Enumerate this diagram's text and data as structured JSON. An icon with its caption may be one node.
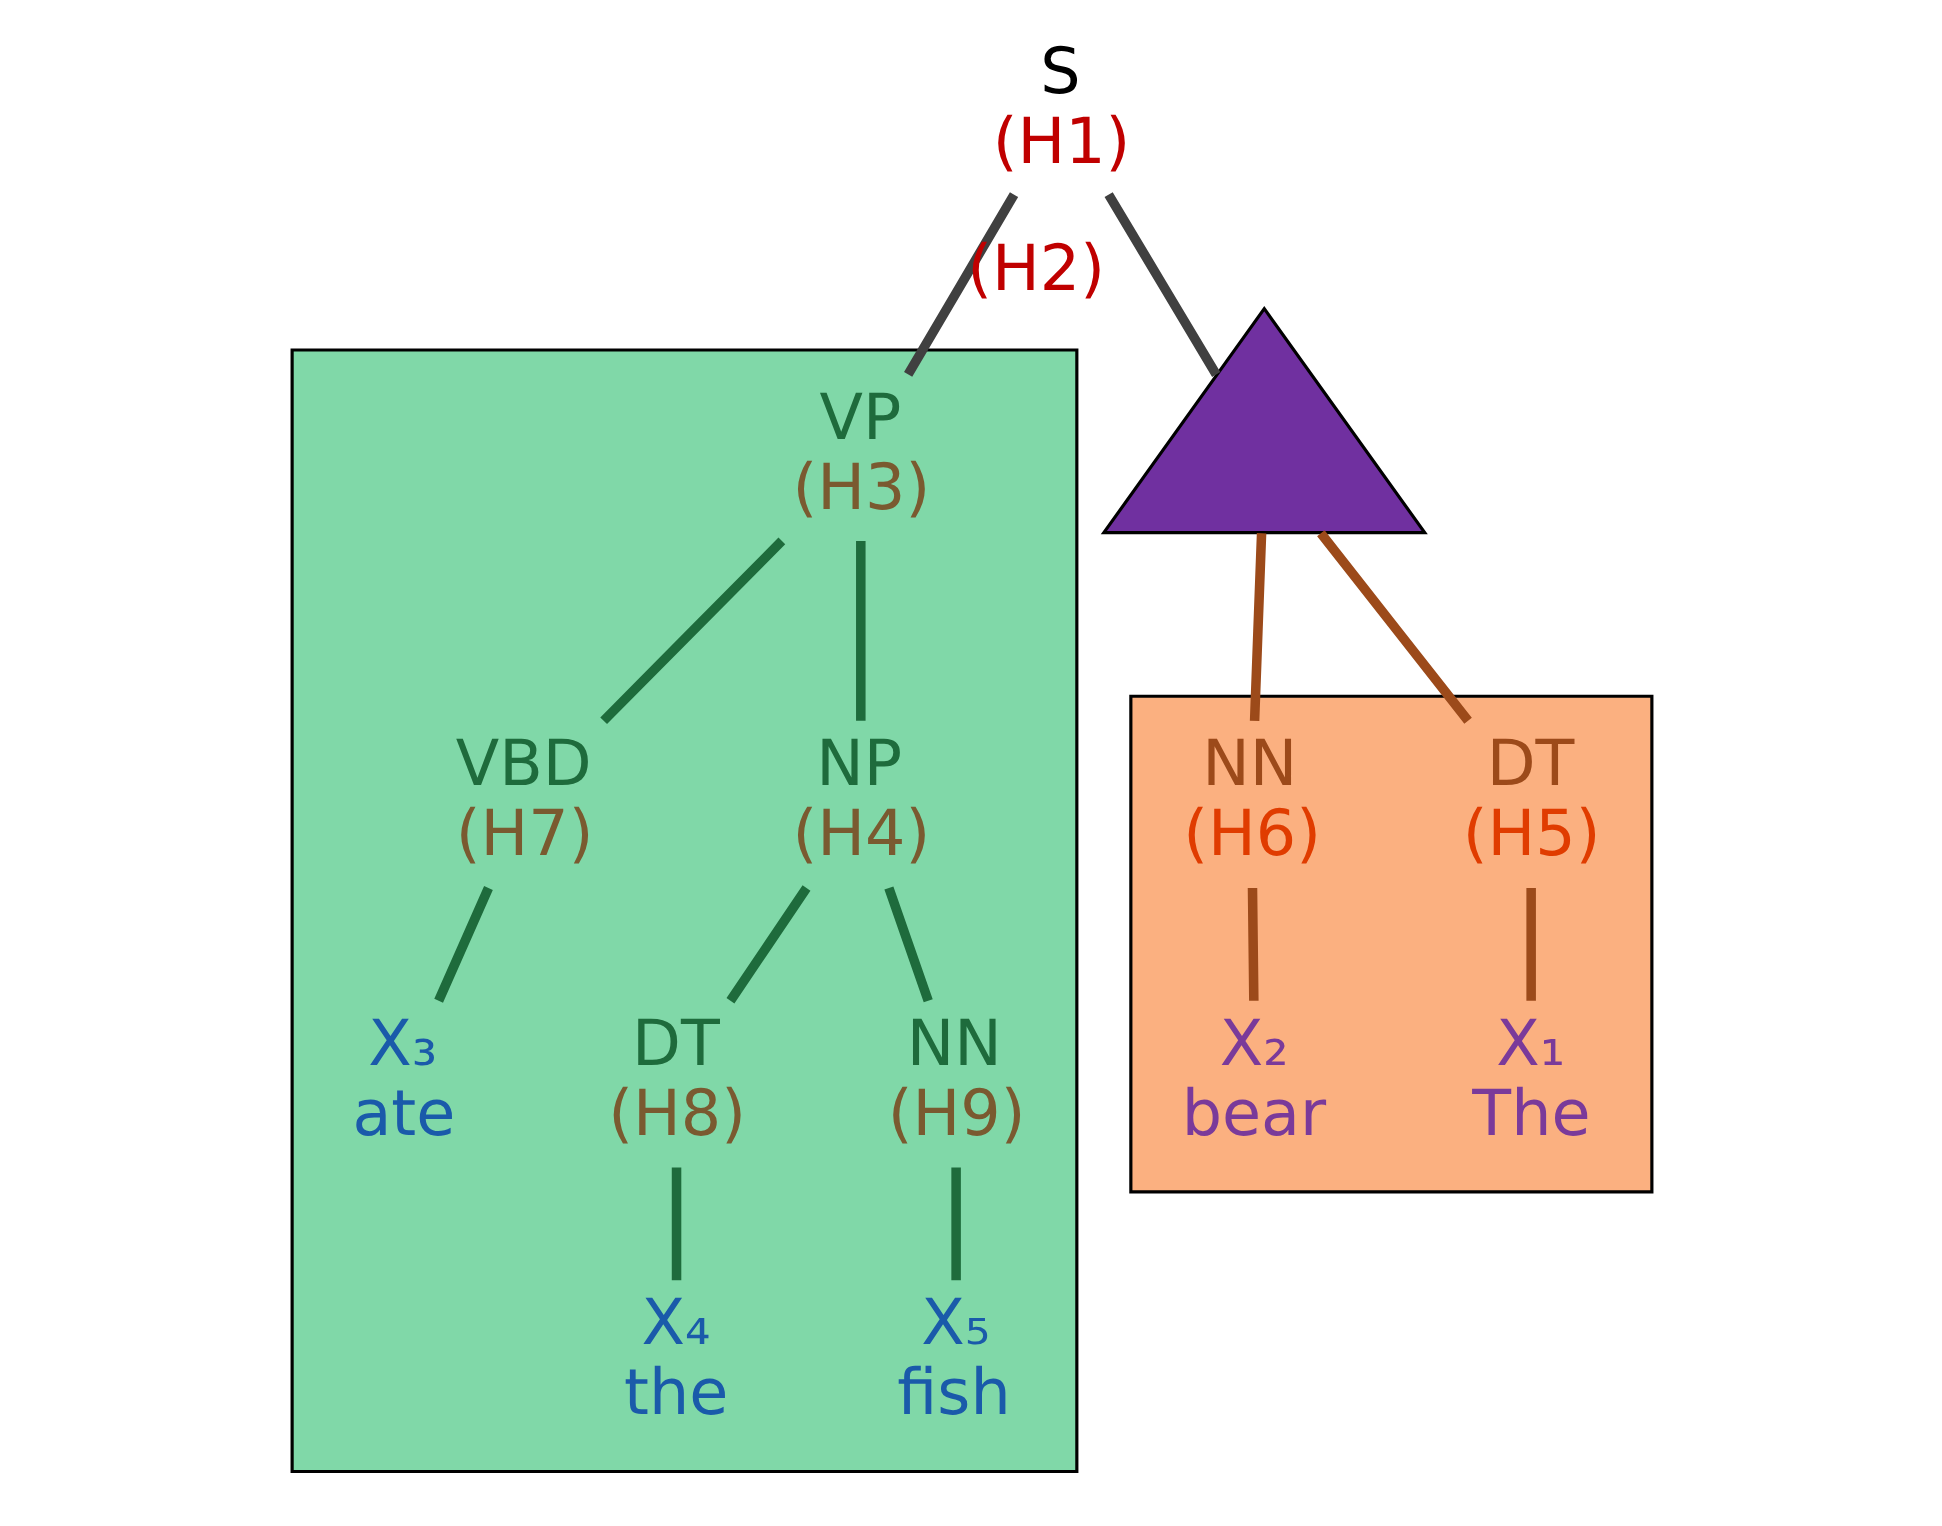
{
  "diagram": {
    "nodes": [
      {
        "text": [],
        "shape": "box"
      },
      {
        "text": [],
        "shape": "box"
      },
      {
        "text": [
          "S",
          "(H1)"
        ]
      },
      {
        "text": [],
        "shape": "triangle",
        "beside": [
          "(H2)"
        ]
      },
      {
        "text": [
          "VP",
          "(H3)"
        ],
        "in": 1
      },
      {
        "text": [
          "DT",
          "(H5)"
        ],
        "in": 0
      },
      {
        "text": [
          "NN",
          "(H6)"
        ],
        "in": 0
      },
      {
        "text": [
          "VBD",
          "(H7)"
        ],
        "in": 1
      },
      {
        "text": [
          "NP",
          "(H4)"
        ],
        "in": 1
      },
      {
        "text": [
          "DT",
          "(H8)"
        ],
        "in": 1
      },
      {
        "text": [
          "NN",
          "(H9)"
        ],
        "in": 1
      },
      {
        "text": [
          "X₁",
          "The"
        ],
        "in": 0
      },
      {
        "text": [
          "X₂",
          "bear"
        ],
        "in": 0
      },
      {
        "text": [
          "X₃",
          "ate"
        ],
        "in": 1
      },
      {
        "text": [
          "X₄",
          "the"
        ],
        "in": 1
      },
      {
        "text": [
          "X₅",
          "fish"
        ],
        "in": 1
      }
    ],
    "edges": [
      {
        "from": 2,
        "to": 3,
        "arrow": "none",
        "color": "#404040"
      },
      {
        "from": 2,
        "to": 4,
        "arrow": "none",
        "color": "#404040"
      },
      {
        "from": 3,
        "to": 5,
        "arrow": "none",
        "color": "#9c4a1a"
      },
      {
        "from": 3,
        "to": 6,
        "arrow": "none",
        "color": "#9c4a1a"
      },
      {
        "from": 4,
        "to": 7,
        "arrow": "none"
      },
      {
        "from": 4,
        "to": 8,
        "arrow": "none"
      },
      {
        "from": 8,
        "to": 9,
        "arrow": "none"
      },
      {
        "from": 8,
        "to": 10,
        "arrow": "none"
      },
      {
        "from": 5,
        "to": 11,
        "arrow": "none",
        "color": "#9c4a1a"
      },
      {
        "from": 6,
        "to": 12,
        "arrow": "none",
        "color": "#9c4a1a"
      },
      {
        "from": 7,
        "to": 13,
        "arrow": "none"
      },
      {
        "from": 9,
        "to": 14,
        "arrow": "none"
      },
      {
        "from": 10,
        "to": 15,
        "arrow": "none"
      }
    ]
  }
}
